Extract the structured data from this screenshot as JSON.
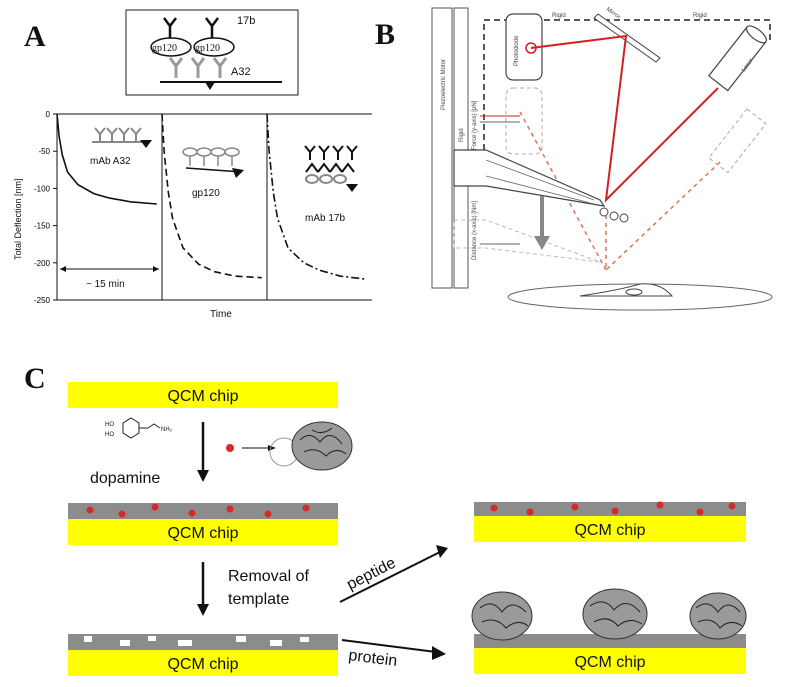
{
  "panels": {
    "a": "A",
    "b": "B",
    "c": "C"
  },
  "panel_a": {
    "inset": {
      "label_top": "17b",
      "label_left": "gp120",
      "label_right": "gp120",
      "label_bottom": "A32"
    },
    "ylabel": "Total Deflection [nm]",
    "xlabel": "Time",
    "duration_label": "~ 15 min",
    "segment_labels": [
      "mAb A32",
      "gp120",
      "mAb 17b"
    ]
  },
  "panel_b": {
    "labels": {
      "piezo": "Piezoelectric Motor",
      "rigid1": "Rigid",
      "rigid2": "Rigid",
      "rigid3": "Rigid",
      "photodiode": "Photodiode",
      "mirror": "Mirror",
      "laser": "Laser",
      "force": "Force (y-axis) [pN]",
      "distance": "Distance (x-axis) [Nm]"
    }
  },
  "chart_data": {
    "type": "line",
    "ylabel": "Total Deflection [nm]",
    "xlabel": "Time",
    "ylim": [
      -250,
      0
    ],
    "yticks": [
      0,
      -50,
      -100,
      -150,
      -200,
      -250
    ],
    "series": [
      {
        "name": "mAb A32",
        "style": "solid",
        "x": [
          0,
          0.2,
          0.5,
          1,
          2,
          3.5,
          5,
          7,
          9.5
        ],
        "y": [
          0,
          -30,
          -55,
          -78,
          -95,
          -107,
          -113,
          -118,
          -121
        ]
      },
      {
        "name": "gp120",
        "style": "dashed",
        "x": [
          10,
          10.2,
          10.6,
          11,
          12,
          13.5,
          15,
          17,
          19.5
        ],
        "y": [
          0,
          -50,
          -105,
          -140,
          -180,
          -202,
          -212,
          -218,
          -220
        ]
      },
      {
        "name": "mAb 17b",
        "style": "dash-dot",
        "x": [
          20,
          20.2,
          20.6,
          21,
          22,
          23.5,
          25,
          27,
          29.5
        ],
        "y": [
          0,
          -50,
          -105,
          -140,
          -180,
          -200,
          -210,
          -218,
          -222
        ]
      }
    ]
  },
  "panel_c": {
    "chip_label": "QCM chip",
    "dopamine": "dopamine",
    "removal_line1": "Removal of",
    "removal_line2": "template",
    "peptide": "peptide",
    "protein": "protein",
    "chem_ho1": "HO",
    "chem_ho2": "HO",
    "chem_nh2": "NH₂"
  },
  "colors": {
    "chip": "#ffff00",
    "gray_layer": "#8c8c8c",
    "laser": "#d32020",
    "dot": "#d42a2a"
  }
}
